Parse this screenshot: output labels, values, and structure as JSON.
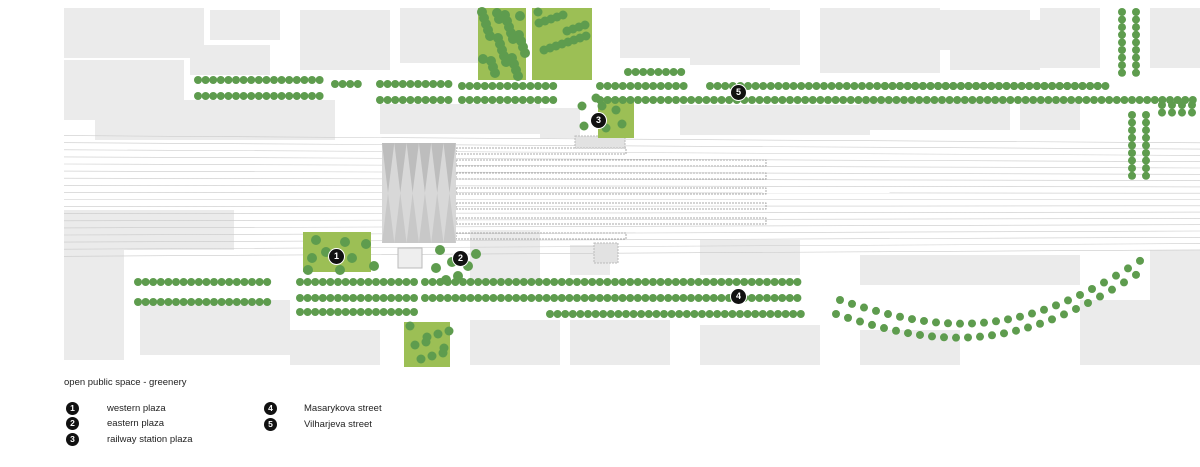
{
  "legend": {
    "title": "open public space - greenery",
    "items": [
      {
        "num": "1",
        "label": "western plaza"
      },
      {
        "num": "2",
        "label": "eastern plaza"
      },
      {
        "num": "3",
        "label": "railway station plaza"
      },
      {
        "num": "4",
        "label": "Masarykova street"
      },
      {
        "num": "5",
        "label": "Vilharjeva street"
      }
    ]
  },
  "map_markers": [
    "1",
    "2",
    "3",
    "4",
    "5"
  ],
  "colors": {
    "tree": "#5e9c4e",
    "tree_dark": "#3f7a34",
    "lawn": "#9cbf55",
    "building": "#ebebeb",
    "track": "#c9c9c9",
    "badge": "#111111"
  }
}
